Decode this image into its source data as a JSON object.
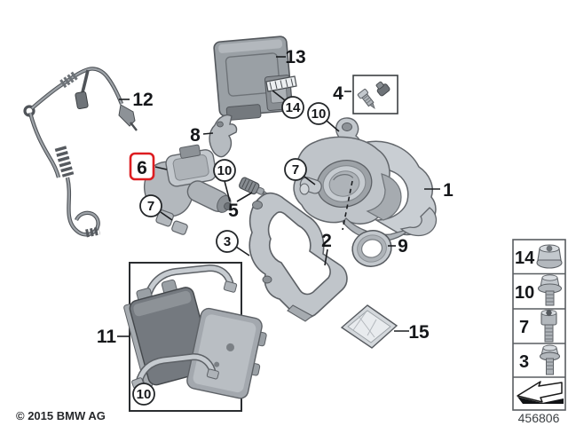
{
  "footer": {
    "copyright": "© 2015 BMW AG",
    "diagram_number": "456806"
  },
  "highlight_color": "#dd1d21",
  "callouts": {
    "c1": "1",
    "c2": "2",
    "c3": "3",
    "c4": "4",
    "c5": "5",
    "c6": "6",
    "c7": "7",
    "c8": "8",
    "c9": "9",
    "c10": "10",
    "c11": "11",
    "c12": "12",
    "c13": "13",
    "c14": "14",
    "c15": "15"
  },
  "legend": {
    "rows": [
      {
        "label": "14",
        "icon": "flange-nut-icon"
      },
      {
        "label": "10",
        "icon": "flange-screw-icon"
      },
      {
        "label": "7",
        "icon": "socket-head-screw-icon"
      },
      {
        "label": "3",
        "icon": "flange-bolt-icon"
      }
    ],
    "arrow_icon": "direction-arrow-icon"
  }
}
